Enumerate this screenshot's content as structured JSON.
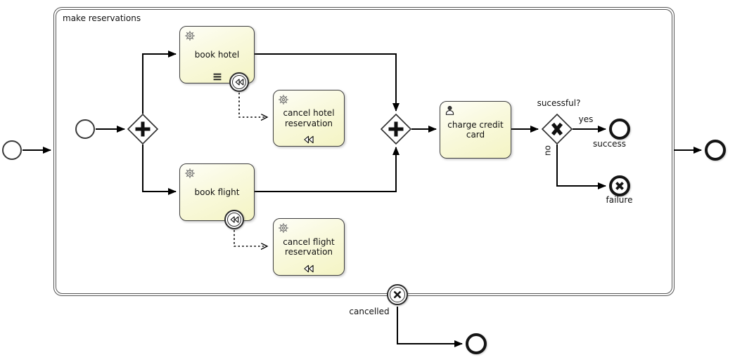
{
  "subprocess": {
    "label": "make reservations",
    "type": "expanded-subprocess"
  },
  "tasks": {
    "book_hotel": {
      "label": "book hotel",
      "type": "service",
      "icon": "gear-icon",
      "markers": [
        "sequential-multi-instance",
        "compensation-boundary-event"
      ]
    },
    "cancel_hotel": {
      "label": "cancel hotel reservation",
      "type": "service",
      "icon": "gear-icon",
      "markers": [
        "compensation"
      ]
    },
    "book_flight": {
      "label": "book flight",
      "type": "service",
      "icon": "gear-icon",
      "markers": [
        "compensation-boundary-event"
      ]
    },
    "cancel_flight": {
      "label": "cancel flight reservation",
      "type": "service",
      "icon": "gear-icon",
      "markers": [
        "compensation"
      ]
    },
    "charge_credit_card": {
      "label": "charge credit card",
      "type": "user",
      "icon": "user-icon",
      "markers": []
    }
  },
  "gateways": {
    "split": {
      "type": "parallel",
      "symbol": "+"
    },
    "join": {
      "type": "parallel",
      "symbol": "+"
    },
    "decision": {
      "type": "exclusive",
      "symbol": "X",
      "question_label": "sucessful?"
    }
  },
  "flow_labels": {
    "yes": "yes",
    "no": "no"
  },
  "events": {
    "outer_start": {
      "type": "start"
    },
    "inner_start": {
      "type": "start"
    },
    "success": {
      "label": "success",
      "type": "end"
    },
    "failure": {
      "label": "failure",
      "type": "cancel-end"
    },
    "cancelled": {
      "label": "cancelled",
      "type": "cancel-boundary"
    },
    "outer_end_right": {
      "type": "end"
    },
    "outer_end_bottom": {
      "type": "end"
    }
  },
  "colors": {
    "task_fill_top": "#fefef7",
    "task_fill_bottom": "#f4f4c4",
    "task_border": "#3f3f3f",
    "subprocess_border": "#565656",
    "flow_line": "#000000",
    "background": "#ffffff"
  }
}
